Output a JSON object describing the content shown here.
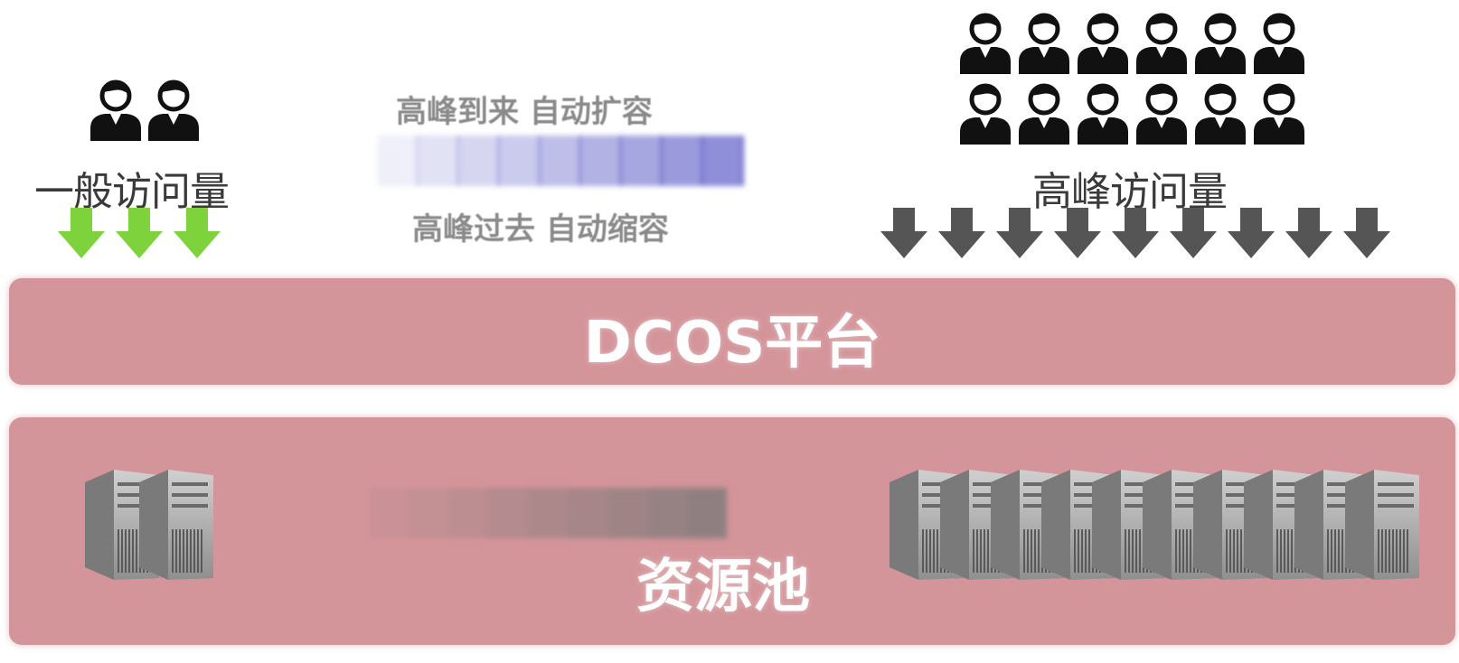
{
  "left_panel": {
    "title": "一般访问量",
    "users": 2,
    "arrows": 3,
    "servers": 2
  },
  "middle": {
    "scale_up": "高峰到来 自动扩容",
    "scale_down": "高峰过去 自动缩容"
  },
  "right_panel": {
    "title": "高峰访问量",
    "users": 12,
    "arrows": 9,
    "servers": 10
  },
  "platform": {
    "title": "DCOS平台"
  },
  "resource_pool": {
    "title": "资源池"
  },
  "colors": {
    "band": "#d4959a",
    "normal_arrow": "#7ed33c",
    "peak_arrow": "#555555",
    "scale_strip": "#7f7fd6",
    "user_icon": "#111111"
  }
}
